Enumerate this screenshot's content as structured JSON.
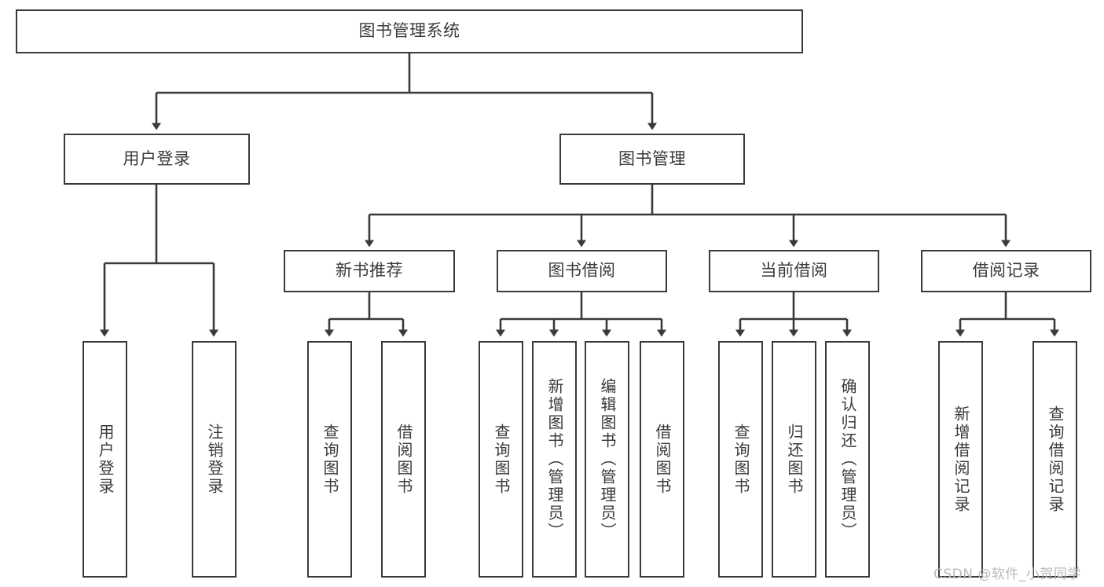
{
  "diagram": {
    "title": "图书管理系统",
    "type": "tree-hierarchy-diagram",
    "stroke_color": "#3a3a3a",
    "background_color": "#ffffff",
    "watermark": "CSDN @软件_小贺同学",
    "nodes": {
      "root": "图书管理系统",
      "level2": {
        "user_login": "用户登录",
        "book_management": "图书管理"
      },
      "level3": {
        "new_book_recommend": "新书推荐",
        "book_borrow": "图书借阅",
        "current_borrow": "当前借阅",
        "borrow_record": "借阅记录"
      },
      "leaves": {
        "user_login_1": "用户登录",
        "user_login_2": "注销登录",
        "new_book_1": "查询图书",
        "new_book_2": "借阅图书",
        "book_borrow_1": "查询图书",
        "book_borrow_2": "新增图书（管理员）",
        "book_borrow_3": "编辑图书（管理员）",
        "book_borrow_4": "借阅图书",
        "current_borrow_1": "查询图书",
        "current_borrow_2": "归还图书",
        "current_borrow_3": "确认归还（管理员）",
        "borrow_record_1": "新增借阅记录",
        "borrow_record_2": "查询借阅记录"
      }
    }
  }
}
